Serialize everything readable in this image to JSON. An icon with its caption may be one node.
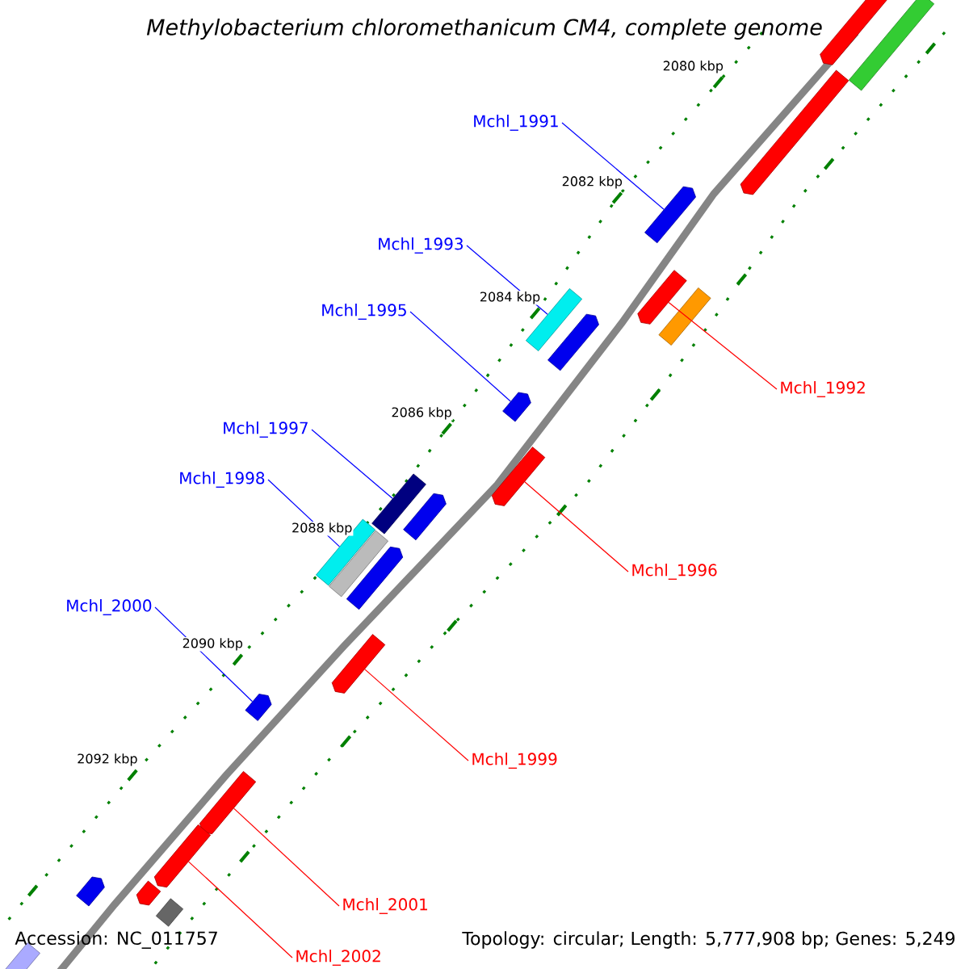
{
  "diagram": {
    "title": "Methylobacterium chloromethanicum CM4, complete genome",
    "nodes": [
      {
        "text": [
          "Mchl_1991"
        ]
      },
      {
        "text": [
          "Mchl_1993"
        ]
      },
      {
        "text": [
          "Mchl_1995"
        ]
      },
      {
        "text": [
          "Mchl_1992"
        ]
      },
      {
        "text": [
          "Mchl_1997"
        ]
      },
      {
        "text": [
          "Mchl_1998"
        ]
      },
      {
        "text": [
          "Mchl_1996"
        ]
      },
      {
        "text": [
          "Mchl_2000"
        ]
      },
      {
        "text": [
          "Mchl_1999"
        ]
      },
      {
        "text": [
          "Mchl_2001"
        ]
      },
      {
        "text": [
          "Mchl_2002"
        ]
      },
      {
        "text": [],
        "shape": "bar"
      },
      {
        "text": [],
        "shape": "bar"
      },
      {
        "text": [],
        "shape": "bar"
      },
      {
        "text": [],
        "shape": "bar"
      },
      {
        "text": [],
        "shape": "bar"
      },
      {
        "text": [],
        "shape": "bar"
      },
      {
        "text": [],
        "shape": "bar"
      },
      {
        "text": [],
        "shape": "bar"
      },
      {
        "text": [],
        "shape": "bar"
      },
      {
        "text": [],
        "shape": "bar"
      },
      {
        "text": [],
        "shape": "bar"
      },
      {
        "text": [],
        "shape": "bar"
      },
      {
        "text": [],
        "shape": "bar"
      },
      {
        "text": [],
        "shape": "bar"
      },
      {
        "text": [],
        "shape": "bar"
      },
      {
        "text": [],
        "shape": "bar"
      },
      {
        "text": [],
        "shape": "bar"
      },
      {
        "text": [],
        "shape": "bar"
      },
      {
        "text": [],
        "shape": "bar"
      },
      {
        "text": [],
        "shape": "bar"
      },
      {
        "text": [],
        "shape": "bar"
      },
      {
        "text": [],
        "shape": "bar"
      },
      {
        "text": [],
        "shape": "bar"
      }
    ],
    "edges": [
      {
        "from": 0,
        "to": 11,
        "arrow": "none"
      },
      {
        "from": 1,
        "to": 12,
        "arrow": "none"
      },
      {
        "from": 2,
        "to": 13,
        "arrow": "none"
      },
      {
        "from": 3,
        "to": 14,
        "arrow": "none",
        "color": "#ff0000"
      },
      {
        "from": 4,
        "to": 15,
        "arrow": "none"
      },
      {
        "from": 5,
        "to": 16,
        "arrow": "none"
      },
      {
        "from": 6,
        "to": 17,
        "arrow": "none",
        "color": "#ff0000"
      },
      {
        "from": 7,
        "to": 18,
        "arrow": "none"
      },
      {
        "from": 8,
        "to": 19,
        "arrow": "none",
        "color": "#ff0000"
      },
      {
        "from": 9,
        "to": 20,
        "arrow": "none",
        "color": "#ff0000"
      },
      {
        "from": 10,
        "to": 21,
        "arrow": "none",
        "color": "#ff0000"
      }
    ],
    "labels": [
      "2080 kbp",
      "2082 kbp",
      "2084 kbp",
      "2086 kbp",
      "2088 kbp",
      "2090 kbp",
      "2092 kbp",
      "Accession: NC_011757",
      "Topology: circular; Length: 5,777,908 bp; Genes: 5,249"
    ]
  }
}
